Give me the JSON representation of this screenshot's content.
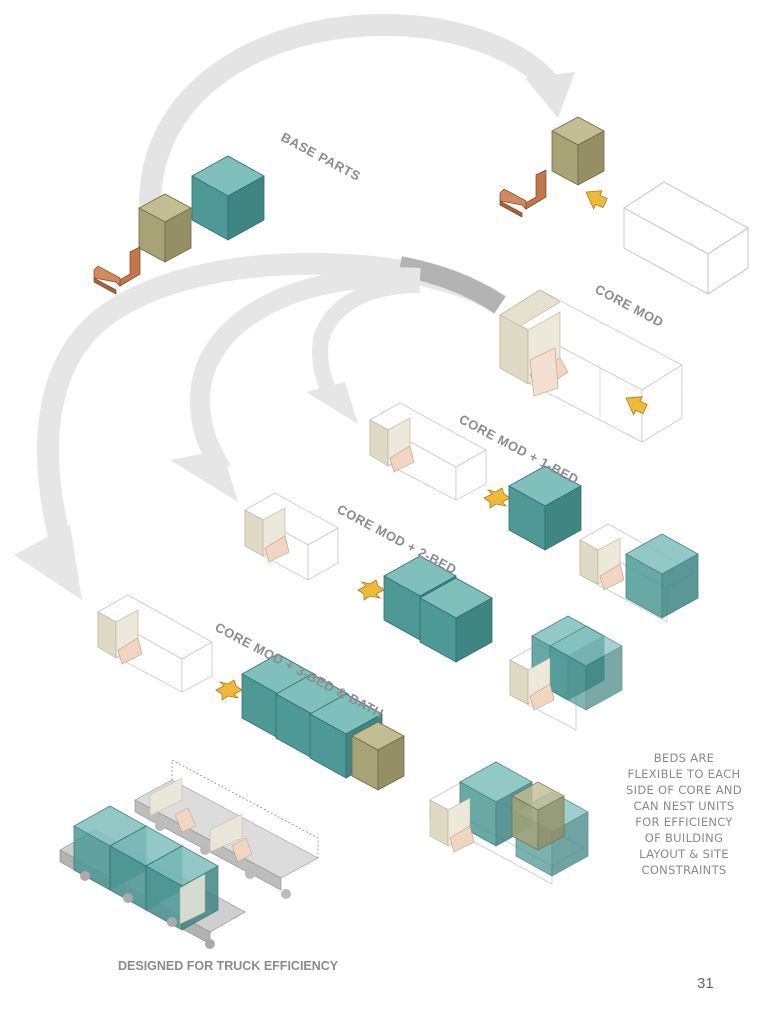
{
  "labels": {
    "base_parts": "BASE PARTS",
    "core_mod": "CORE MOD",
    "core_mod_1bed": "CORE MOD + 1-BED",
    "core_mod_2bed": "CORE MOD + 2-BED",
    "core_mod_3bed": "CORE MOD + 3-BED & BATH"
  },
  "note_lines": [
    "BEDS ARE",
    "FLEXIBLE TO EACH",
    "SIDE OF CORE AND",
    "CAN NEST UNITS",
    "FOR EFFICIENCY",
    "OF BUILDING",
    "LAYOUT & SITE",
    "CONSTRAINTS"
  ],
  "footer_label": "DESIGNED FOR TRUCK EFFICIENCY",
  "page_number": "31",
  "colors": {
    "teal": "#4f9a98",
    "olive": "#a39f72",
    "beige": "#d7d2bc",
    "wood": "#c0774c",
    "accent": "#f0b93a",
    "arrow_gray": "#e2e2e2"
  }
}
